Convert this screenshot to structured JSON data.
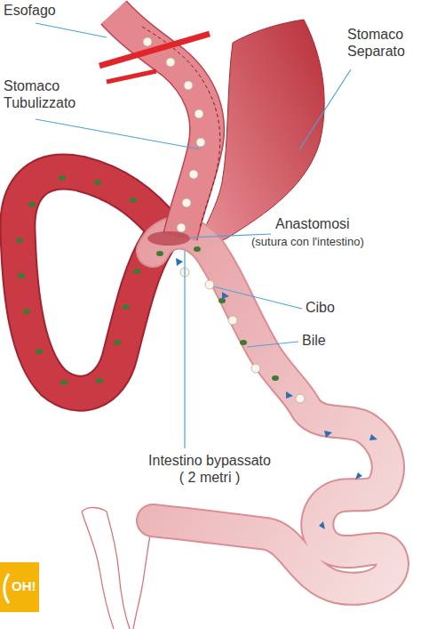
{
  "diagram": {
    "labels": [
      "Esofago",
      "Stomaco Separato",
      "Stomaco Tubulizzato",
      "Anastomosi",
      "(sutura con l'intestino)",
      "Cibo",
      "Bile",
      "Intestino bypassato ( 2 metri )",
      "OH!"
    ]
  }
}
